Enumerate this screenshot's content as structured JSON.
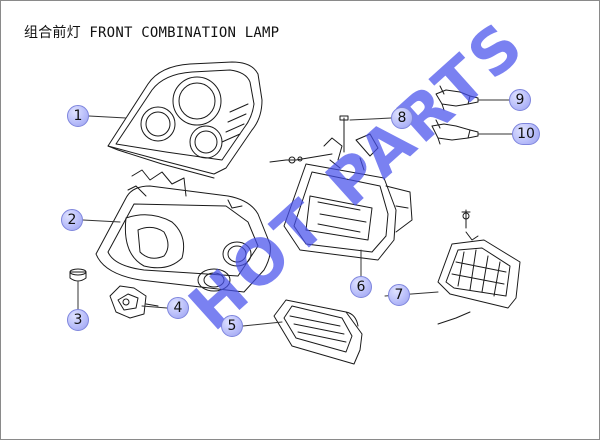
{
  "title": "组合前灯 FRONT COMBINATION LAMP",
  "watermark": "HOT PARTS",
  "callouts": [
    {
      "id": 1,
      "label": "1"
    },
    {
      "id": 2,
      "label": "2"
    },
    {
      "id": 3,
      "label": "3"
    },
    {
      "id": 4,
      "label": "4"
    },
    {
      "id": 5,
      "label": "5"
    },
    {
      "id": 6,
      "label": "6"
    },
    {
      "id": 7,
      "label": "7"
    },
    {
      "id": 8,
      "label": "8"
    },
    {
      "id": 9,
      "label": "9"
    },
    {
      "id": 10,
      "label": "10"
    }
  ],
  "colors": {
    "line": "#1a1a1a",
    "callout_fill": "#b9befa",
    "watermark": "#4650eb"
  }
}
